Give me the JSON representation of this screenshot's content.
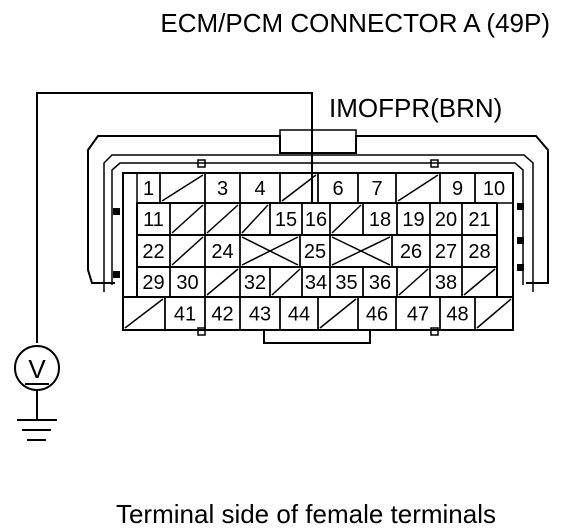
{
  "title": "ECM/PCM CONNECTOR A (49P)",
  "wire_label": "IMOFPR(BRN)",
  "caption": "Terminal side of female terminals",
  "meter_symbol": "V",
  "connector": {
    "rows": [
      [
        "1",
        "",
        "3",
        "4",
        "",
        "6",
        "7",
        "",
        "9",
        "10"
      ],
      [
        "11",
        "",
        "",
        "",
        "15",
        "16",
        "",
        "18",
        "19",
        "20",
        "21"
      ],
      [
        "22",
        "",
        "24",
        "",
        "25",
        "",
        "26",
        "27",
        "28"
      ],
      [
        "29",
        "30",
        "",
        "32",
        "",
        "34",
        "35",
        "36",
        "",
        "38",
        ""
      ],
      [
        "",
        "41",
        "42",
        "43",
        "44",
        "",
        "46",
        "47",
        "48",
        ""
      ]
    ]
  },
  "colors": {
    "line": "#000000",
    "background": "#ffffff"
  },
  "icons": [
    "voltmeter-icon",
    "ground-icon"
  ]
}
